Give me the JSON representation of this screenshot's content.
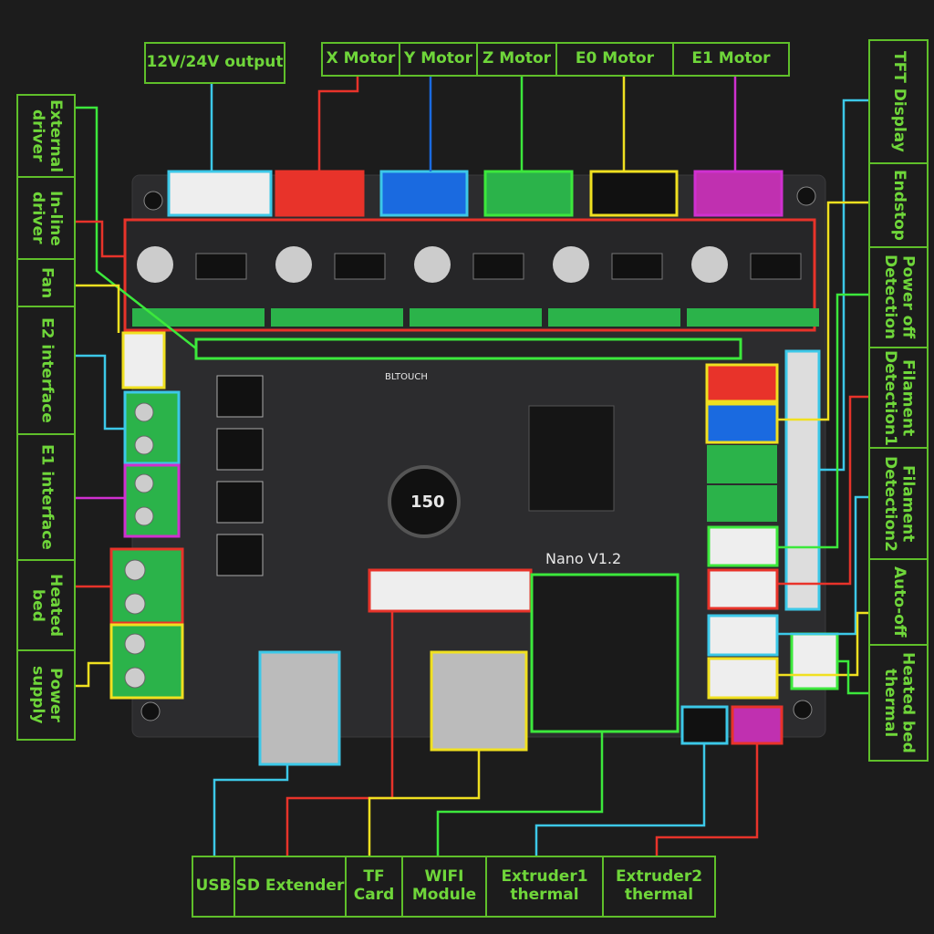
{
  "colors": {
    "label_border": "#5fbf2a",
    "label_text": "#6fd63a",
    "board": "#2b2b2d",
    "red": "#e8332a",
    "blue": "#1a6ae0",
    "green": "#2bb34a",
    "cyan": "#3cc8e8",
    "yellow": "#f0e020",
    "magenta": "#d030d0",
    "lime": "#3ce83c"
  },
  "top_labels": {
    "power_output": "12V/24V output",
    "motors": [
      "X Motor",
      "Y Motor",
      "Z Motor",
      "E0 Motor",
      "E1 Motor"
    ]
  },
  "left_labels": [
    "External driver",
    "In-line driver",
    "Fan",
    "E2 interface",
    "E1 interface",
    "Heated bed",
    "Power supply"
  ],
  "right_labels": [
    "TFT Display",
    "Endstop",
    "Power off Detection",
    "Filament Detection1",
    "Filament Detection2",
    "Auto-off",
    "Heated bed thermal"
  ],
  "bottom_labels": [
    "USB",
    "SD Extender",
    "TF Card",
    "WIFI Module",
    "Extruder1 thermal",
    "Extruder2 thermal"
  ],
  "board_silkscreen": {
    "model": "Nano V1.2",
    "inductor": "150",
    "bltouch": "BLTOUCH"
  }
}
